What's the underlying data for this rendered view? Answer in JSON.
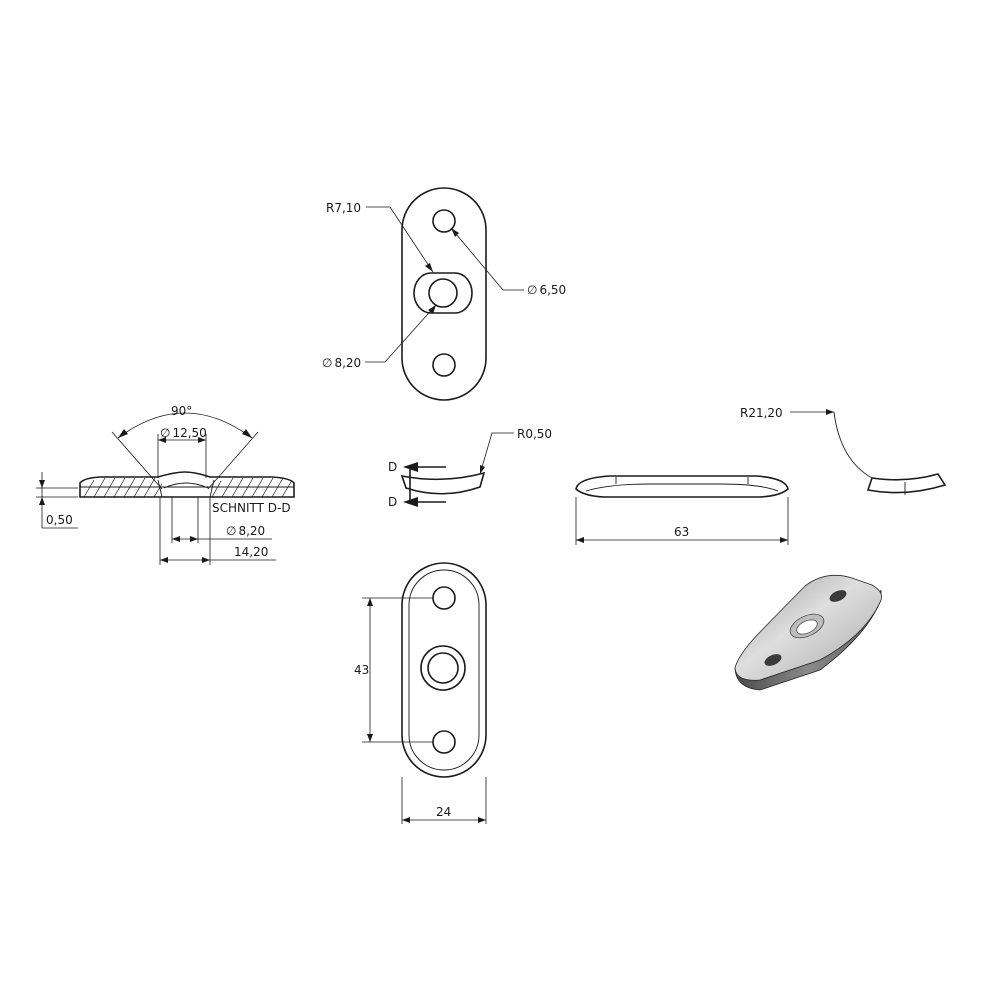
{
  "dimensions": {
    "r_slot": "R7,10",
    "dia_small": "6,50",
    "dia_hole": "8,20",
    "angle": "90°",
    "dia_countersink": "12,50",
    "thickness": "0,50",
    "dia_hole_section": "8,20",
    "width_section": "14,20",
    "r_edge": "R0,50",
    "r_bend": "R21,20",
    "length": "63",
    "hole_spacing": "43",
    "width": "24"
  },
  "section": {
    "title": "SCHNITT D-D",
    "marker": "D"
  },
  "symbols": {
    "diameter": "∅"
  },
  "colors": {
    "line": "#1a1a1a",
    "metal_light": "#d6d6d6",
    "metal_dark": "#6e6e6e"
  }
}
